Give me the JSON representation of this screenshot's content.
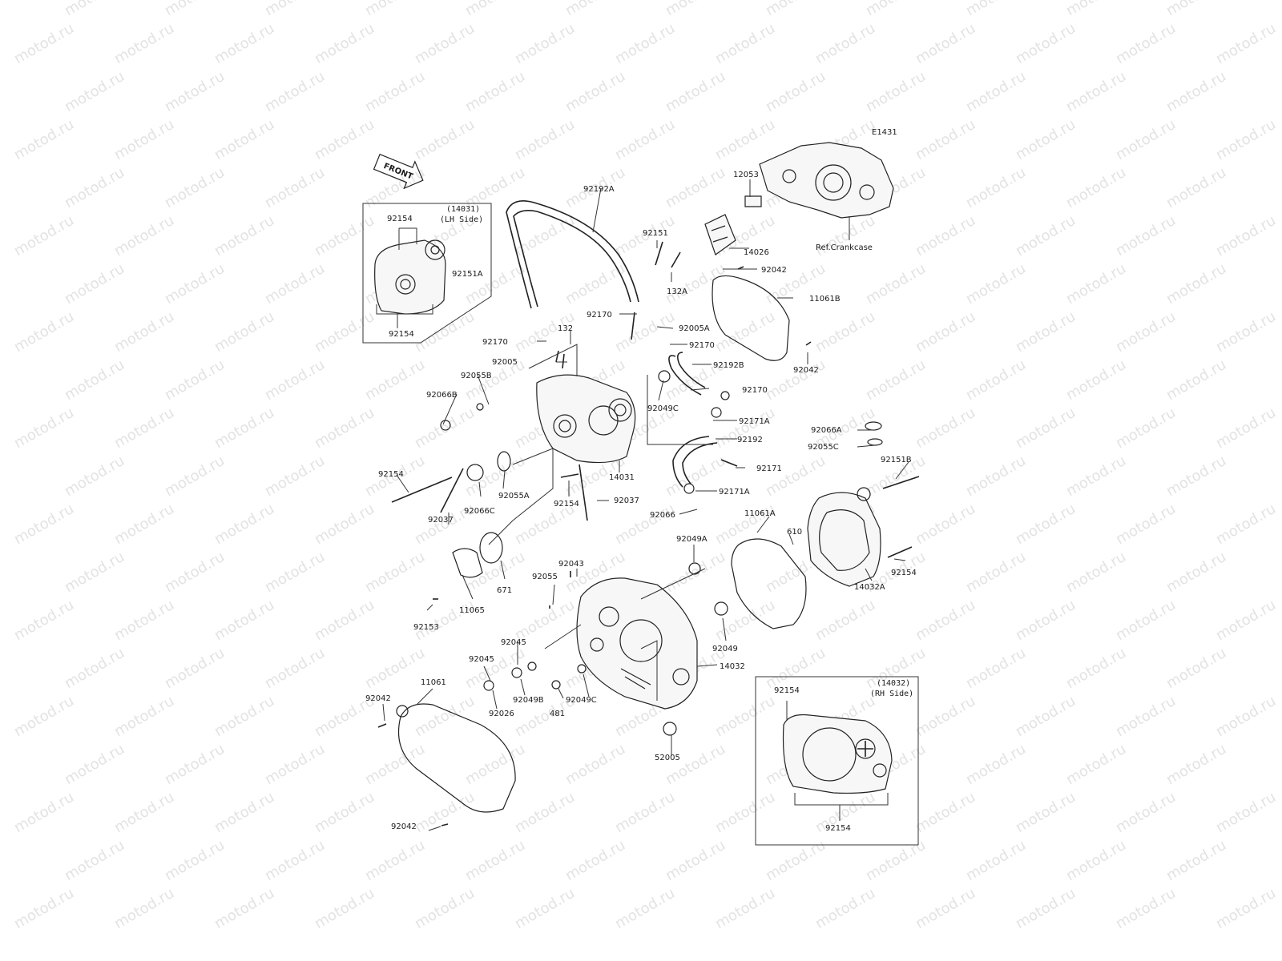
{
  "diagram_id": "E1431",
  "front_arrow": "FRONT",
  "watermark": "motod.ru",
  "ref_crankcase": "Ref.Crankcase",
  "insets": {
    "lh": {
      "caption_code": "(14031)",
      "caption_side": "(LH Side)",
      "label_top": "92154",
      "label_right": "92151A",
      "label_bottom": "92154"
    },
    "rh": {
      "caption_code": "(14032)",
      "caption_side": "(RH Side)",
      "label_top": "92154",
      "label_bottom": "92154"
    }
  },
  "callouts": {
    "c12053": "12053",
    "c14026": "14026",
    "c92151": "92151",
    "c132A": "132A",
    "c92042a": "92042",
    "c11061B": "11061B",
    "c92042b": "92042",
    "c92192A": "92192A",
    "c92170a": "92170",
    "c92005A": "92005A",
    "c92170b": "92170",
    "c92192B": "92192B",
    "c92170c": "92170",
    "c92170d": "92170",
    "c132": "132",
    "c92005": "92005",
    "c92055B": "92055B",
    "c92066B": "92066B",
    "c92049C": "92049C",
    "c92171A": "92171A",
    "c92192": "92192",
    "c92171": "92171",
    "c92171Ab": "92171A",
    "c92066": "92066",
    "c92066A": "92066A",
    "c92055C": "92055C",
    "c92151B": "92151B",
    "c92154a": "92154",
    "c92037a": "92037",
    "c92066C": "92066C",
    "c92055A": "92055A",
    "c14031": "14031",
    "c92154b": "92154",
    "c92037b": "92037",
    "c11061A": "11061A",
    "c610": "610",
    "c92154c": "92154",
    "c14032A": "14032A",
    "c92049A": "92049A",
    "c92043": "92043",
    "c92055": "92055",
    "c671": "671",
    "c11065": "11065",
    "c92153": "92153",
    "c92049": "92049",
    "c14032": "14032",
    "c92045a": "92045",
    "c92045b": "92045",
    "c92049B": "92049B",
    "c92026": "92026",
    "c481": "481",
    "c92049Cb": "92049C",
    "c52005": "52005",
    "c11061": "11061",
    "c92042c": "92042",
    "c92042d": "92042"
  }
}
